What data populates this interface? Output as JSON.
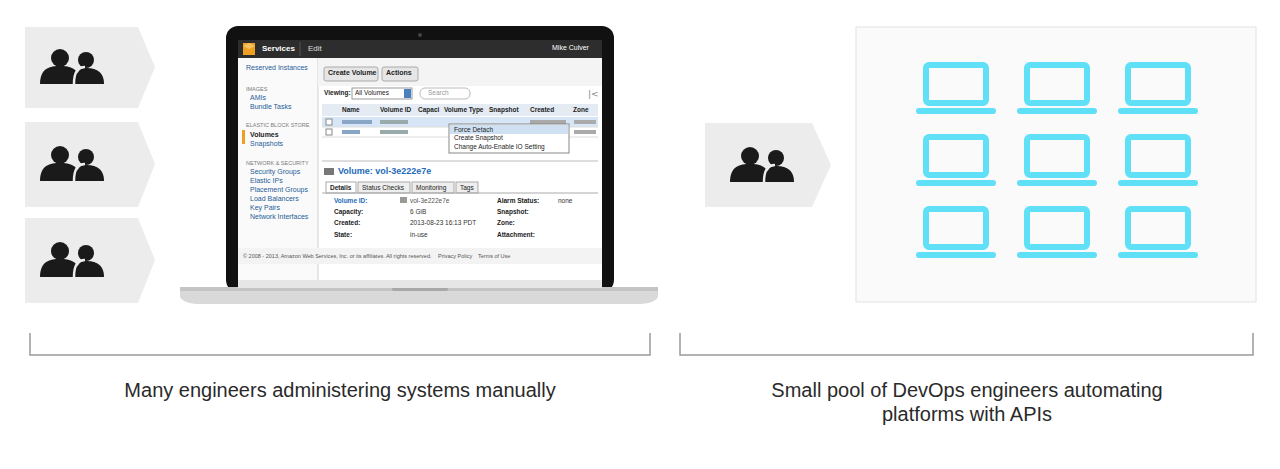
{
  "diagram": {
    "labels": [
      "Many engineers administering systems manually",
      "Small pool of DevOps engineers automating platforms with APIs",
      "Services",
      "Edit",
      "Mike Culver",
      "Reserved Instances",
      "IMAGES",
      "AMIs",
      "Bundle Tasks",
      "ELASTIC BLOCK STORE",
      "Volumes",
      "Snapshots",
      "NETWORK & SECURITY",
      "Security Groups",
      "Elastic IPs",
      "Placement Groups",
      "Load Balancers",
      "Key Pairs",
      "Network Interfaces",
      "Create Volume",
      "Actions",
      "Viewing:",
      "All Volumes",
      "Search",
      "Name",
      "Volume ID",
      "Capaci",
      "Volume Type",
      "Snapshot",
      "Created",
      "Zone",
      "Force Detach",
      "Create Snapshot",
      "Change Auto-Enable IO Setting",
      "Volume: vol-3e222e7e",
      "Details",
      "Status Checks",
      "Monitoring",
      "Tags",
      "Volume ID:",
      "Capacity:",
      "Created:",
      "State:",
      "vol-3e222e7e",
      "6 GiB",
      "2013-08-23 16:13 PDT",
      "in-use",
      "Alarm Status:",
      "Snapshot:",
      "Zone:",
      "Attachment:",
      "none",
      "© 2008 - 2013, Amazon Web Services, Inc. or its affiliates. All rights reserved.",
      "Privacy Policy",
      "Terms of Use"
    ]
  }
}
